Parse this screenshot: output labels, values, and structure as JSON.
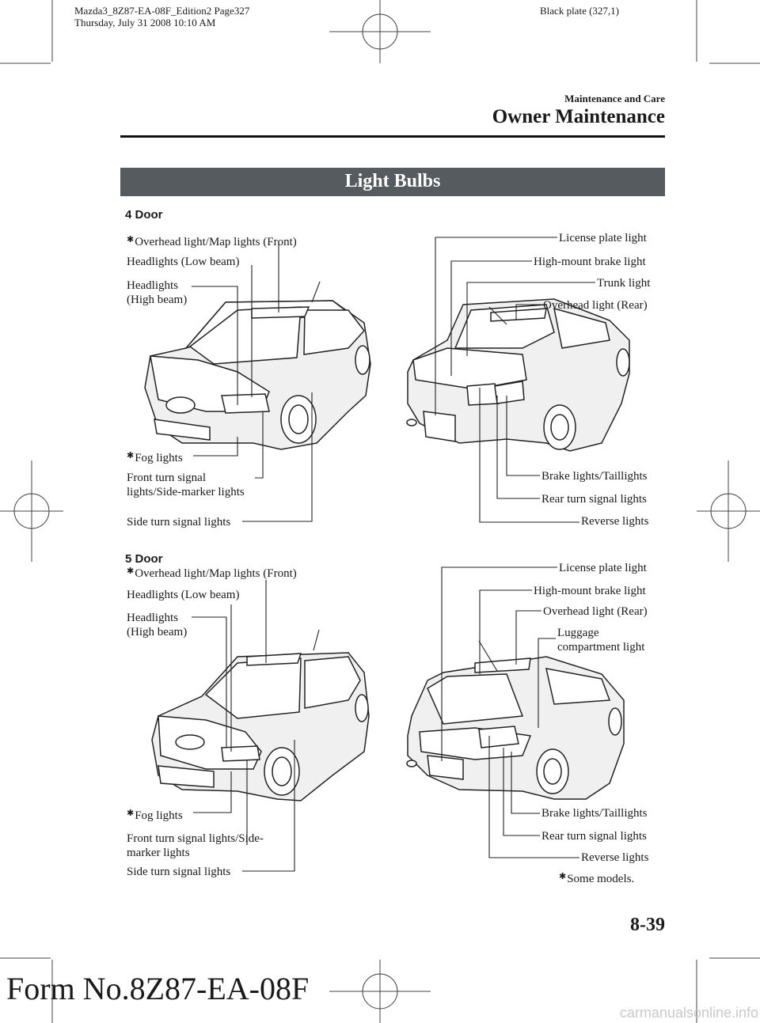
{
  "print_info": {
    "line1": "Mazda3_8Z87-EA-08F_Edition2 Page327",
    "line2": "Thursday, July 31 2008 10:10 AM"
  },
  "plate": "Black plate (327,1)",
  "header": {
    "section": "Maintenance and Care",
    "chapter": "Owner Maintenance"
  },
  "banner": "Light Bulbs",
  "four_door": {
    "title": "4 Door",
    "left_labels": {
      "overhead_front": "Overhead light/Map lights (Front)",
      "headlights_low": "Headlights (Low beam)",
      "headlights_high_1": "Headlights",
      "headlights_high_2": "(High beam)",
      "fog": "Fog lights",
      "front_turn_1": "Front turn signal",
      "front_turn_2": "lights/Side-marker lights",
      "side_turn": "Side turn signal lights"
    },
    "right_labels": {
      "license": "License plate light",
      "high_mount": "High-mount brake light",
      "trunk": "Trunk light",
      "overhead_rear": "Overhead light (Rear)",
      "brake_tail": "Brake lights/Taillights",
      "rear_turn": "Rear turn signal lights",
      "reverse": "Reverse lights"
    }
  },
  "five_door": {
    "title": "5 Door",
    "left_labels": {
      "overhead_front": "Overhead light/Map lights (Front)",
      "headlights_low": "Headlights (Low beam)",
      "headlights_high_1": "Headlights",
      "headlights_high_2": "(High beam)",
      "fog": "Fog lights",
      "front_turn_1": "Front turn signal lights/Side-",
      "front_turn_2": "marker lights",
      "side_turn": "Side turn signal lights"
    },
    "right_labels": {
      "license": "License plate light",
      "high_mount": "High-mount brake light",
      "overhead_rear": "Overhead light (Rear)",
      "luggage_1": "Luggage",
      "luggage_2": "compartment light",
      "brake_tail": "Brake lights/Taillights",
      "rear_turn": "Rear turn signal lights",
      "reverse": "Reverse lights"
    },
    "footnote": "Some models."
  },
  "footnote_marker": "✱",
  "page_number": "8-39",
  "form_number": "Form No.8Z87-EA-08F",
  "watermark": "carmanualsonline.info"
}
